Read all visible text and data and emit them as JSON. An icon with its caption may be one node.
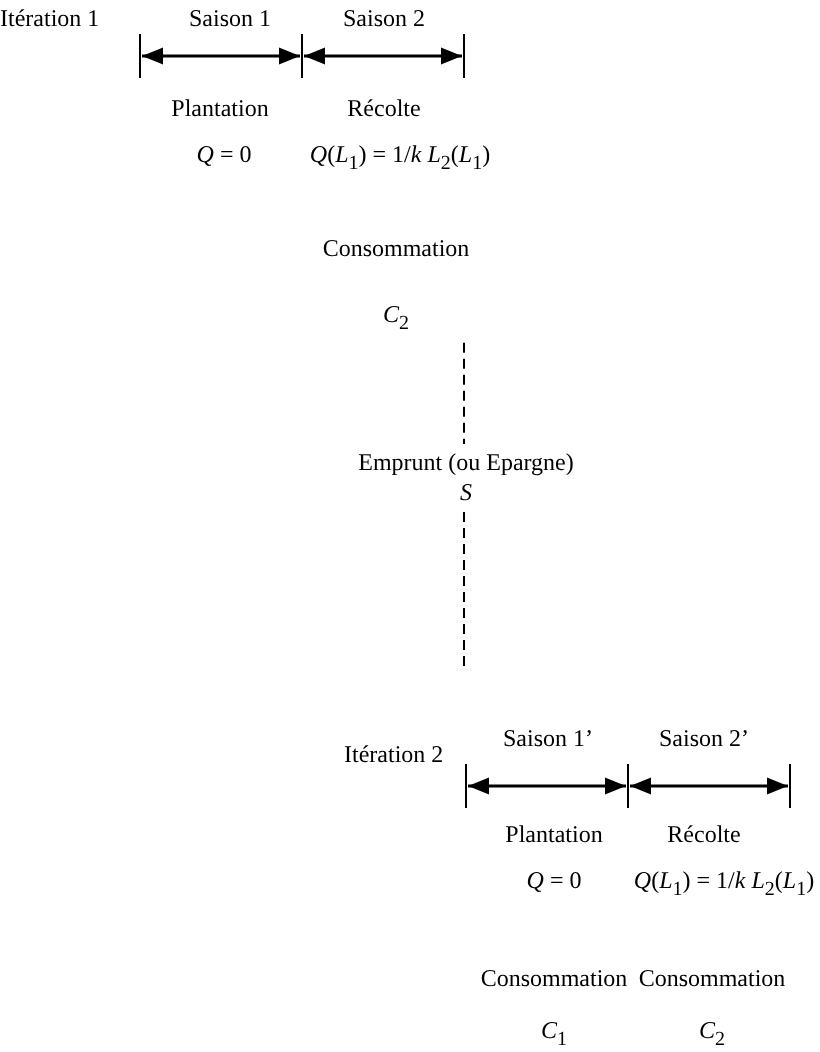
{
  "diagram": {
    "nodes": [
      {
        "text": [
          "Consommation",
          "*C*$_{2}$"
        ]
      },
      {
        "text": [
          "Emprunt (ou Epargne)",
          "*S*"
        ]
      }
    ],
    "edges": [
      {
        "from": 0,
        "to": 1,
        "arrow": "none",
        "style": "dashed"
      },
      {
        "from": 1,
        "to": null,
        "arrow": "none",
        "style": "dashed"
      }
    ],
    "labels": [
      "Itération 1",
      "Saison 1",
      "Saison 2",
      "Plantation",
      "Récolte",
      "*Q* = 0",
      "*Q*(*L*$_{1}$) = 1/*k* *L*$_{2}$(*L*$_{1}$)",
      "Itération 2",
      "Saison 1’",
      "Saison 2’",
      "Plantation",
      "Récolte",
      "*Q* = 0",
      "*Q*(*L*$_{1}$) = 1/*k* *L*$_{2}$(*L*$_{1}$)",
      "Consommation",
      "Consommation",
      "*C*$_{1}$",
      "*C*$_{2}$"
    ]
  }
}
